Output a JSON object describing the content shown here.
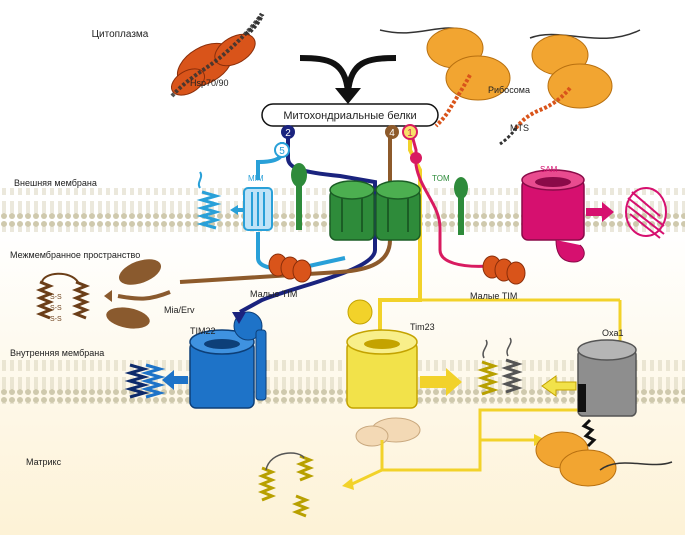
{
  "labels": {
    "cytoplasm": "Цитоплазма",
    "hsp": "Hsp70/90",
    "ribosome": "Рибосома",
    "mts": "MTS",
    "mito_proteins": "Митохондриальные белки",
    "outer_membrane": "Внешняя мембрана",
    "intermembrane": "Межмембранное пространство",
    "inner_membrane": "Внутренняя мембрана",
    "matrix": "Матрикс",
    "mim": "MIM",
    "tom": "TOM",
    "sam": "SAM",
    "small_tim_left": "Малые TIM",
    "small_tim_right": "Малые TIM",
    "mia_erv": "Mia/Erv",
    "tim22": "TIM22",
    "tim23": "Tim23",
    "oxa1": "Oxa1",
    "ss_top": "S-S",
    "ss_mid": "S-S",
    "ss_bot": "S-S"
  },
  "pathways": [
    {
      "num": "1",
      "color": "#d81b60"
    },
    {
      "num": "2",
      "color": "#1a237e"
    },
    {
      "num": "4",
      "color": "#8d5a2b"
    },
    {
      "num": "5",
      "color": "#29a0d8"
    }
  ],
  "colors": {
    "membrane": "#e3e0cf",
    "tom": "#2e8b3a",
    "sam": "#d6106f",
    "tim22": "#1e73c8",
    "tim23": "#f2e24a",
    "oxa1": "#8e8e8e",
    "ribosome": "#f2a531",
    "hsp": "#d9541a",
    "mia": "#8a5a2e"
  }
}
